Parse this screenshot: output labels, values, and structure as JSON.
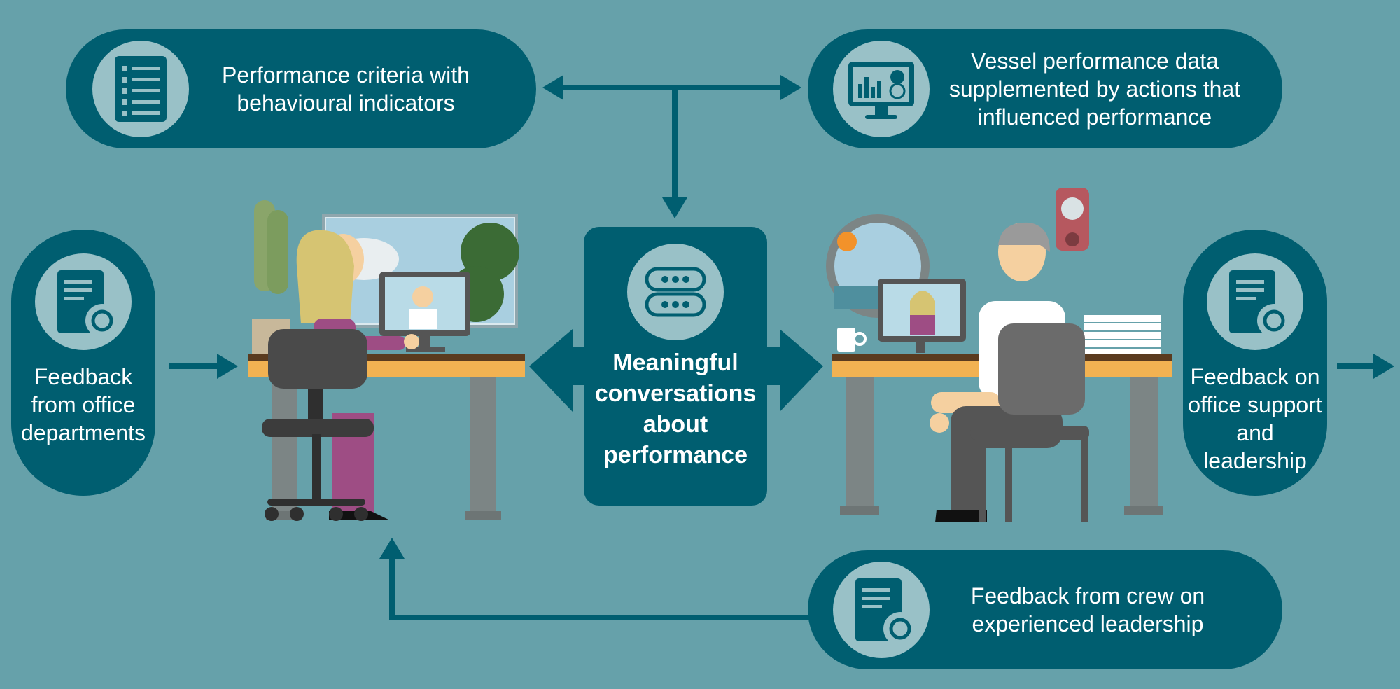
{
  "boxes": {
    "criteria": {
      "label": "Performance criteria with behavioural indicators",
      "icon": "checklist-icon"
    },
    "vessel": {
      "label": "Vessel performance data supplemented by actions that influenced performance",
      "icon": "monitor-chart-icon"
    },
    "office_feedback": {
      "label": "Feedback from office departments",
      "icon": "document-refresh-icon"
    },
    "office_support": {
      "label": "Feedback on office support and leadership",
      "icon": "document-refresh-icon"
    },
    "crew_feedback": {
      "label": "Feedback from crew on experienced leadership",
      "icon": "document-refresh-icon"
    },
    "center": {
      "label": "Meaningful conversations about performance",
      "icon": "chat-bubbles-icon"
    }
  },
  "colors": {
    "background": "#66a1aa",
    "box": "#005e70",
    "icon_circle": "#99c1c7",
    "desk_top": "#f2b252",
    "desk_leg": "#7c8585",
    "chair": "#4a4a4a"
  }
}
